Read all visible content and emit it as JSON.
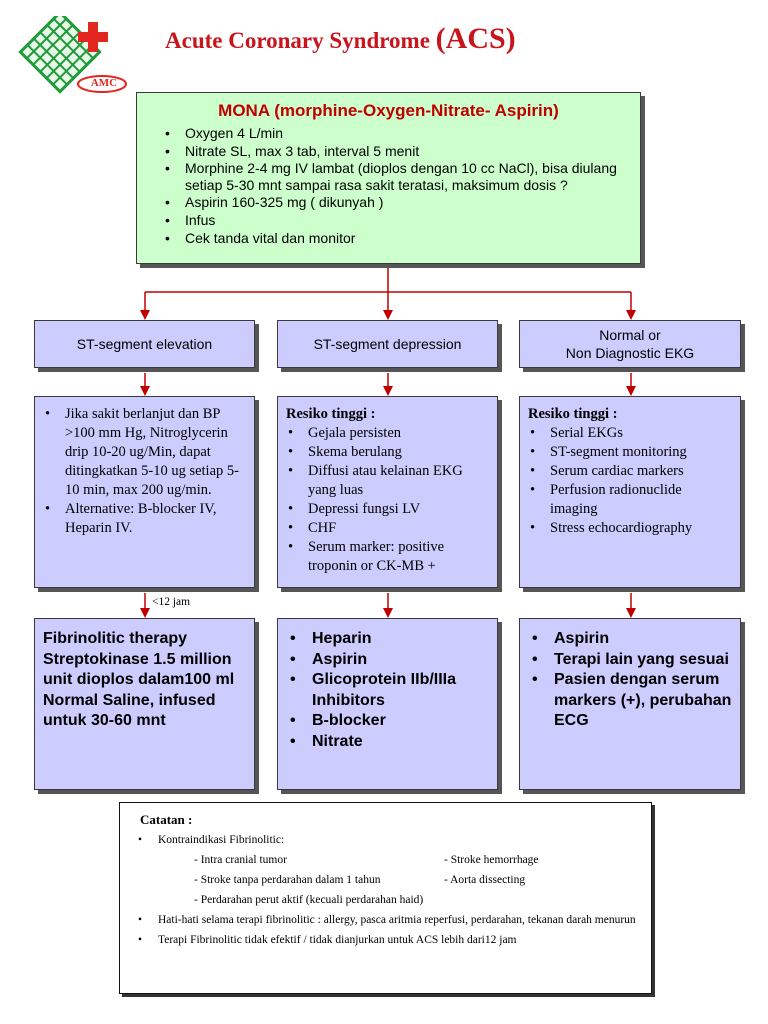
{
  "header": {
    "title_part1": "Acute Coronary Syndrome ",
    "title_part2": "(ACS)"
  },
  "logo": {
    "text": "AMC"
  },
  "mona": {
    "title": "MONA (morphine-Oxygen-Nitrate- Aspirin)",
    "items": [
      "Oxygen 4 L/min",
      "Nitrate SL, max 3 tab, interval 5 menit",
      "Morphine 2-4 mg IV lambat (dioplos dengan 10 cc NaCl), bisa diulang setiap 5-30 mnt sampai rasa sakit teratasi, maksimum dosis ?",
      "Aspirin 160-325 mg ( dikunyah )",
      "Infus",
      "Cek tanda vital dan monitor"
    ]
  },
  "columns": [
    {
      "header": "ST-segment elevation",
      "risk_label": "",
      "items": [
        "Jika sakit berlanjut dan BP >100 mm Hg, Nitroglycerin drip 10-20 ug/Min, dapat ditingkatkan 5-10 ug setiap 5-10 min, max 200 ug/min.",
        "Alternative: B-blocker IV, Heparin IV."
      ],
      "edge_label": "<12 jam",
      "treatment_text": "Fibrinolitic therapy Streptokinase 1.5 million unit dioplos dalam100 ml Normal Saline, infused untuk 30-60 mnt",
      "treatment_items": []
    },
    {
      "header": "ST-segment depression",
      "risk_label": "Resiko tinggi :",
      "items": [
        "Gejala persisten",
        "Skema berulang",
        "Diffusi atau kelainan EKG yang luas",
        "Depressi fungsi LV",
        "CHF",
        "Serum marker: positive troponin or CK-MB +"
      ],
      "edge_label": "",
      "treatment_text": "",
      "treatment_items": [
        "Heparin",
        "Aspirin",
        "Glicoprotein IIb/IIIa Inhibitors",
        "B-blocker",
        "Nitrate"
      ]
    },
    {
      "header": "Normal or Non Diagnostic EKG",
      "header_line1": "Normal or",
      "header_line2": "Non Diagnostic EKG",
      "risk_label": "Resiko tinggi :",
      "items": [
        "Serial EKGs",
        "ST-segment monitoring",
        "Serum cardiac markers",
        "Perfusion radionuclide imaging",
        "Stress echocardiography"
      ],
      "edge_label": "",
      "treatment_text": "",
      "treatment_items": [
        "Aspirin",
        "Terapi lain yang sesuai",
        "Pasien dengan serum markers (+), perubahan ECG"
      ]
    }
  ],
  "notes": {
    "title": "Catatan :",
    "contraindication_label": "Kontraindikasi Fibrinolitic:",
    "contraindications": [
      [
        "- Intra cranial tumor",
        "- Stroke hemorrhage"
      ],
      [
        "- Stroke tanpa perdarahan dalam 1 tahun",
        "- Aorta dissecting"
      ],
      [
        "- Perdarahan perut aktif (kecuali perdarahan haid)",
        ""
      ]
    ],
    "caution": "Hati-hati selama terapi fibrinolitic  : allergy, pasca aritmia reperfusi, perdarahan, tekanan darah menurun",
    "note_last": "Terapi Fibrinolitic tidak efektif / tidak dianjurkan untuk ACS lebih dari12 jam"
  },
  "colors": {
    "title": "#c8141c",
    "arrow": "#c00000",
    "mona_bg": "#ccffcc",
    "box_bg": "#ccccff"
  }
}
